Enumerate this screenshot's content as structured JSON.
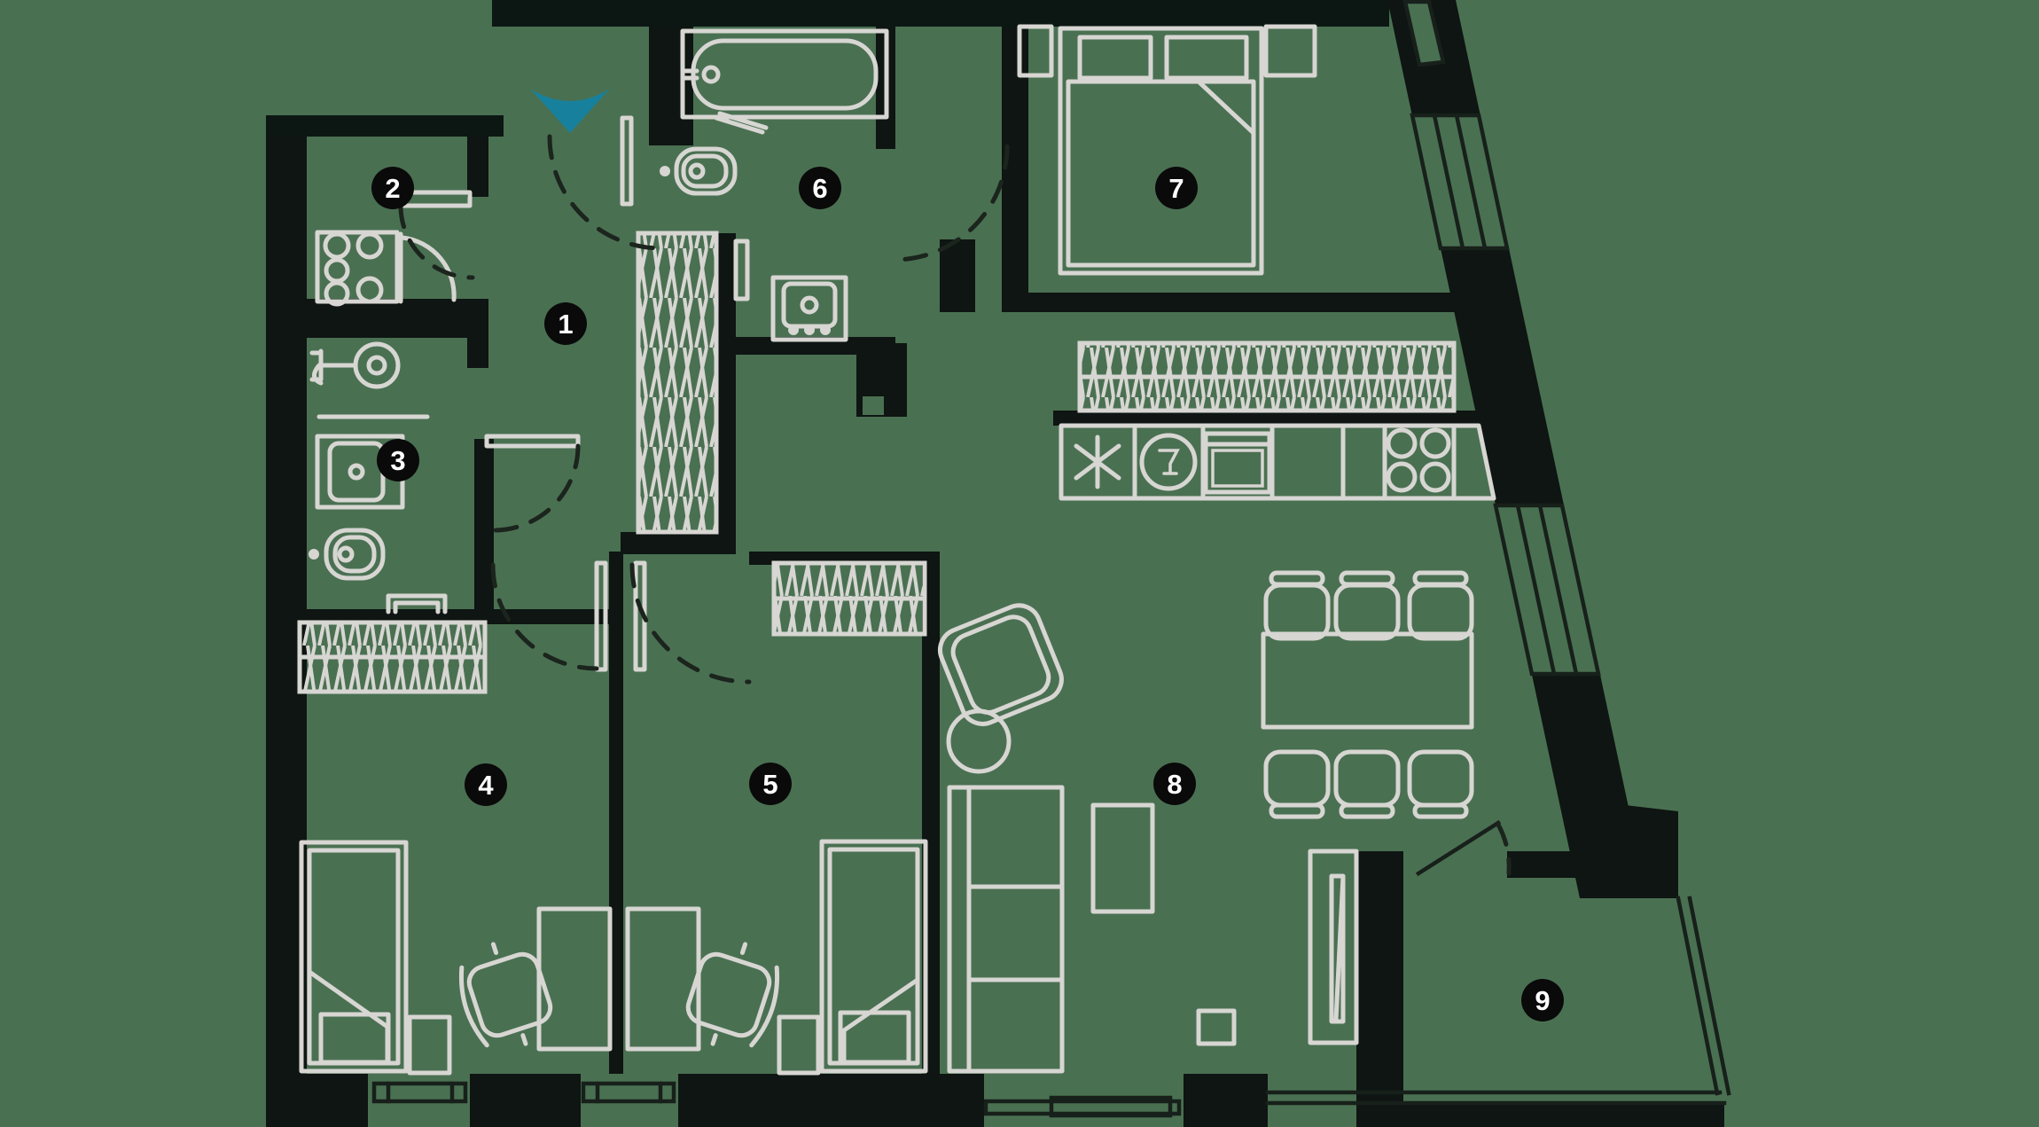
{
  "plan": {
    "rooms": [
      {
        "id": "room-1",
        "label": "1"
      },
      {
        "id": "room-2",
        "label": "2"
      },
      {
        "id": "room-3",
        "label": "3"
      },
      {
        "id": "room-4",
        "label": "4"
      },
      {
        "id": "room-5",
        "label": "5"
      },
      {
        "id": "room-6",
        "label": "6"
      },
      {
        "id": "room-7",
        "label": "7"
      },
      {
        "id": "room-8",
        "label": "8"
      },
      {
        "id": "room-9",
        "label": "9"
      }
    ],
    "colors": {
      "background": "#4A7052",
      "wall": "#0E1512",
      "wall2": "#0C1713",
      "furniture": "#D7D6D2",
      "line": "#17201A",
      "dash": "#1B241D",
      "accent": "#17819D",
      "badge_bg": "#0A0A0A",
      "badge_text": "#FFFFFF"
    }
  }
}
